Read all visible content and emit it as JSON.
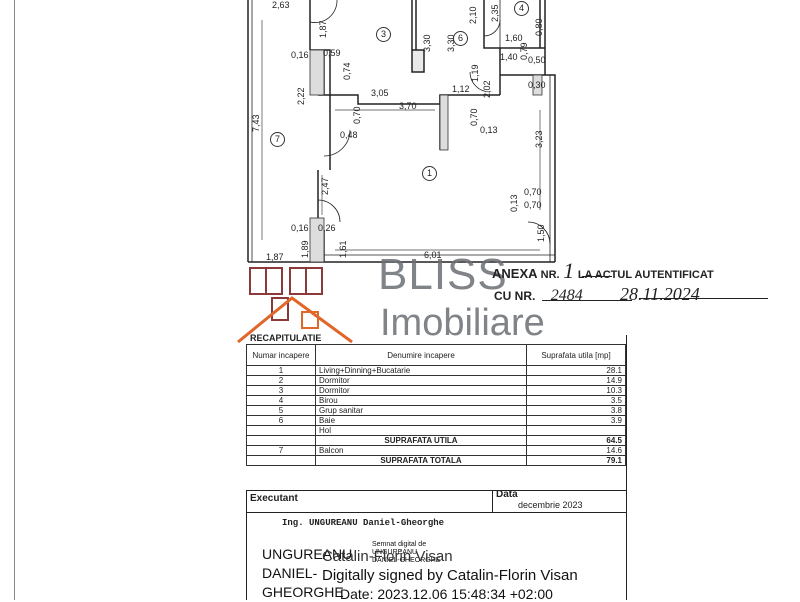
{
  "plan": {
    "dimensions": {
      "d263": "2,63",
      "d187": "1,87",
      "d330a": "3,30",
      "d330b": "3,30",
      "d210": "2,10",
      "d235": "2,35",
      "d160": "1,60",
      "d080": "0,80",
      "d016a": "0,16",
      "d059": "0,59",
      "d074": "0,74",
      "d079": "0,79",
      "d140": "1,40",
      "d050": "0,50",
      "d222": "2,22",
      "d305": "3,05",
      "d370": "3,70",
      "d112": "1,12",
      "d119": "1,19",
      "d202": "2,02",
      "d030": "0,30",
      "d070a": "0,70",
      "d070b": "0,70",
      "d013a": "0,13",
      "d048": "0,48",
      "d743": "7,43",
      "d323": "3,23",
      "d247": "2,47",
      "d013b": "0,13",
      "d070c": "0,70",
      "d070d": "0,70",
      "d016b": "0,16",
      "d026": "0,26",
      "d189": "1,89",
      "d161": "1,61",
      "d150": "1,50",
      "d187b": "1,87",
      "d601": "6,01"
    },
    "rooms": {
      "r1": "1",
      "r3": "3",
      "r4": "4",
      "r6": "6",
      "r7": "7"
    }
  },
  "logo": {
    "brand": "BLISS",
    "sub": "Imobiliare"
  },
  "annex": {
    "line1_prefix": "ANEXA",
    "line1_nr_label": "NR.",
    "line1_nr": "1",
    "line1_suffix": "LA ACTUL AUTENTIFICAT",
    "line2_label": "CU NR.",
    "line2_nr": "2484",
    "line2_date": "28.11.2024"
  },
  "recap": {
    "title": "RECAPITULATIE",
    "col_nr": "Numar incapere",
    "col_name": "Denumire incapere",
    "col_area": "Suprafata utila [mp]",
    "rows": [
      {
        "nr": "1",
        "name": "Living+Dinning+Bucatarie",
        "area": "28.1"
      },
      {
        "nr": "2",
        "name": "Dormitor",
        "area": "14.9"
      },
      {
        "nr": "3",
        "name": "Dormitor",
        "area": "10.3"
      },
      {
        "nr": "4",
        "name": "Birou",
        "area": "3.5"
      },
      {
        "nr": "5",
        "name": "Grup sanitar",
        "area": "3.8"
      },
      {
        "nr": "6",
        "name": "Baie",
        "area": "3.9"
      },
      {
        "nr": "",
        "name": "Hol",
        "area": ""
      }
    ],
    "util_label": "SUPRAFATA UTILA",
    "util_value": "64.5",
    "balcon_nr": "7",
    "balcon_name": "Balcon",
    "balcon_value": "14.6",
    "total_label": "SUPRAFATA TOTALA",
    "total_value": "79.1"
  },
  "footer": {
    "executant_label": "Executant",
    "data_label": "Data",
    "date_value": "decembrie 2023",
    "engineer": "Ing. UNGUREANU Daniel-Gheorghe",
    "sig_name_1": "UNGUREANU",
    "sig_name_2": "DANIEL-",
    "sig_name_3": "GHEORGHE",
    "sig_small": "Semnat digital de UNGUREANU DANIEL-GHEORGHE",
    "sig_catalin": "Catalin-Florin Visan",
    "sig_digital": "Digitally signed by Catalin-Florin Visan",
    "sig_date": "Date: 2023.12.06 15:48:34 +02:00"
  }
}
